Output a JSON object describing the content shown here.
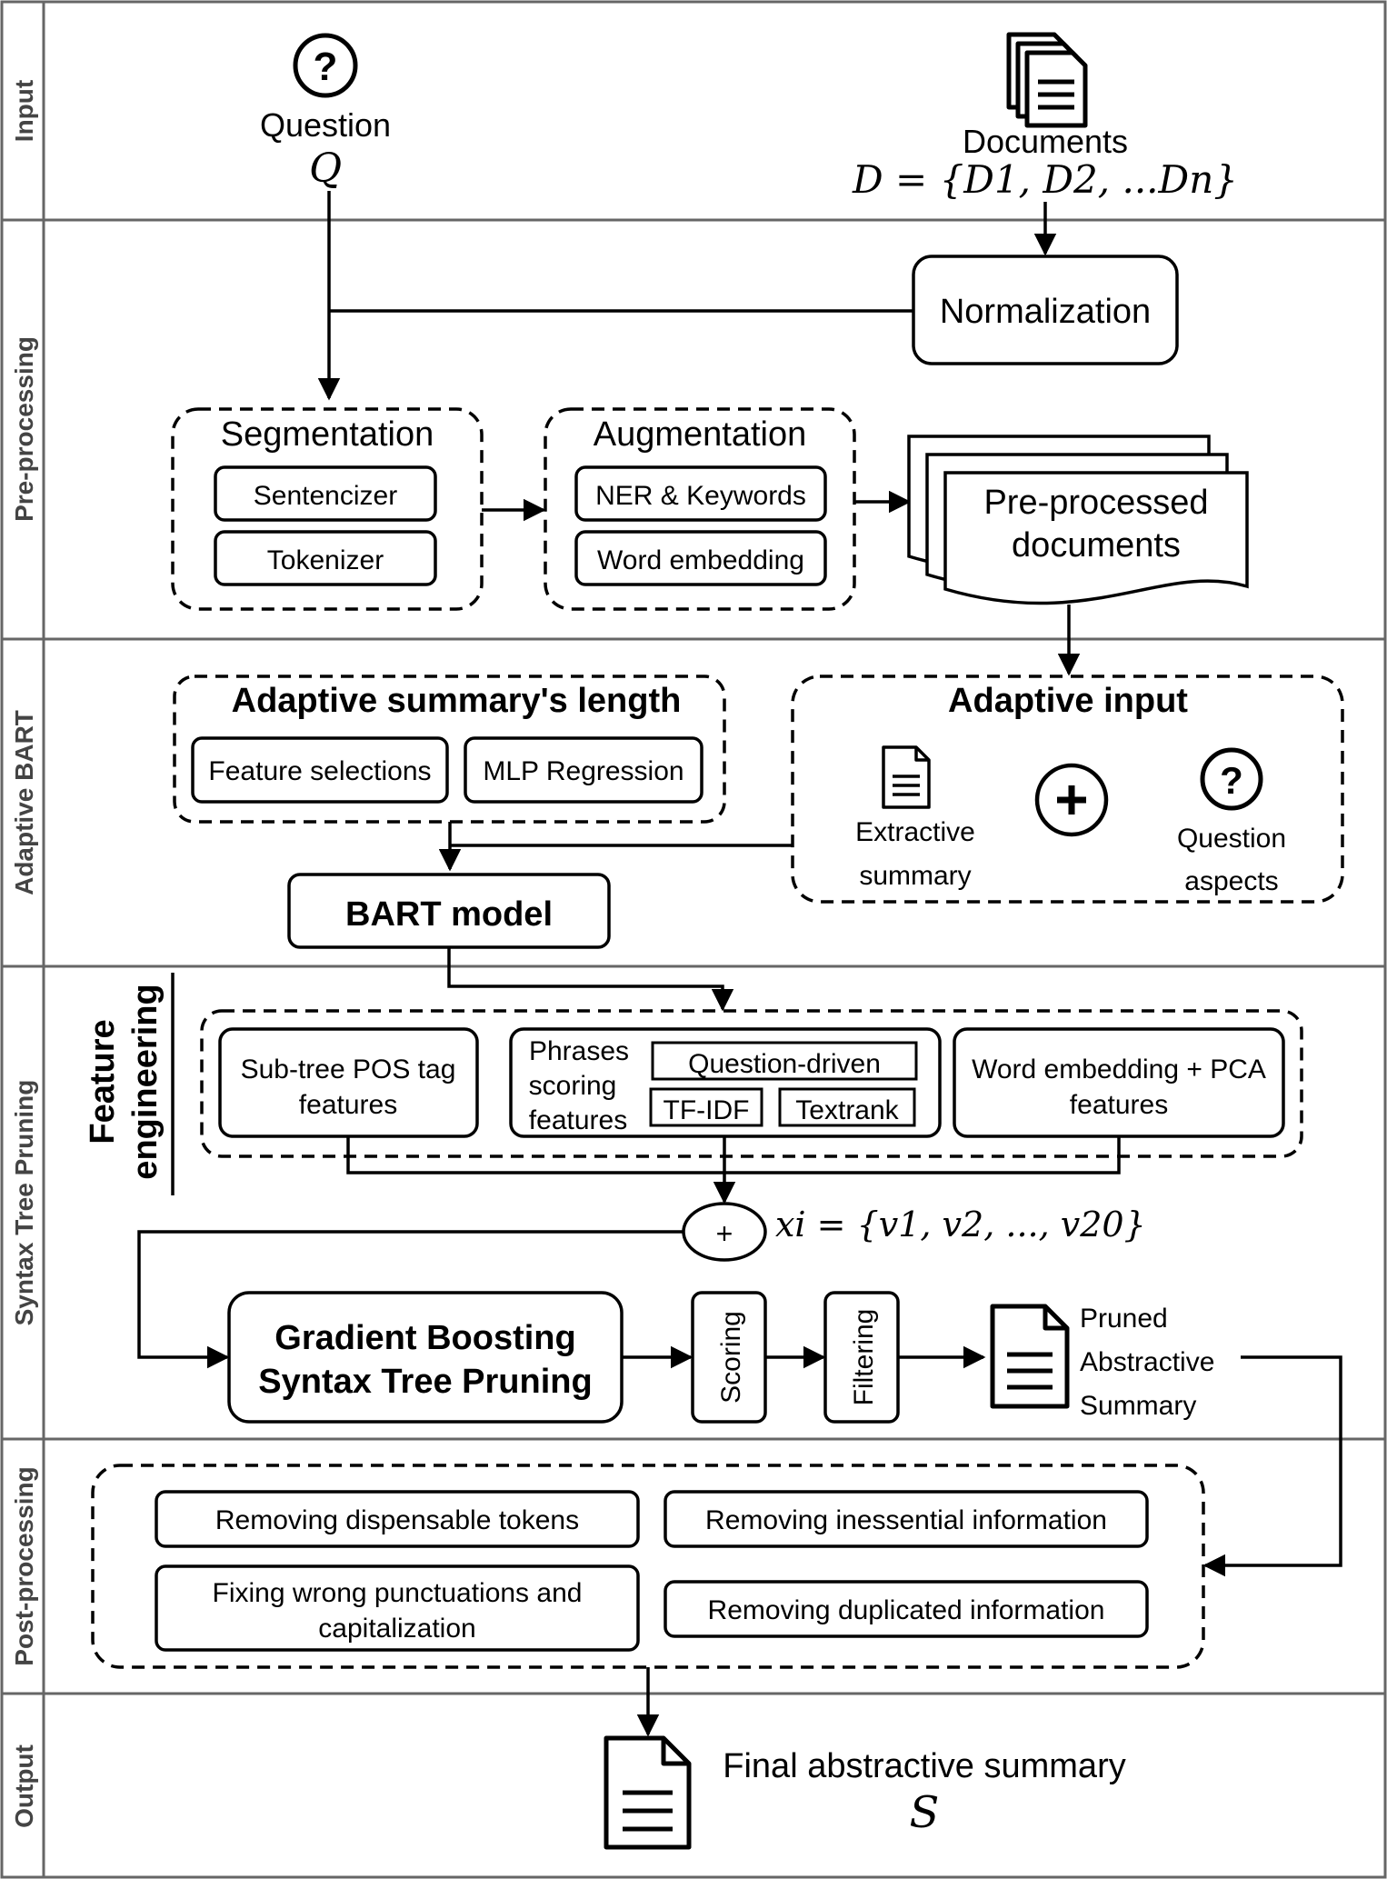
{
  "lanes": [
    "Input",
    "Pre-processing",
    "Adaptive BART",
    "Syntax Tree Pruning",
    "Post-processing",
    "Output"
  ],
  "input": {
    "question_label": "Question",
    "question_symbol": "Q",
    "documents_label": "Documents",
    "documents_formula": "D = {D1, D2, ...Dn}"
  },
  "preprocessing": {
    "normalization": "Normalization",
    "segmentation_title": "Segmentation",
    "sentencizer": "Sentencizer",
    "tokenizer": "Tokenizer",
    "augmentation_title": "Augmentation",
    "ner_keywords": "NER & Keywords",
    "word_embedding": "Word embedding",
    "preprocessed_docs_line1": "Pre-processed",
    "preprocessed_docs_line2": "documents"
  },
  "adaptive_bart": {
    "length_title": "Adaptive summary's length",
    "feature_selections": "Feature selections",
    "mlp_regression": "MLP Regression",
    "input_title": "Adaptive input",
    "extractive_line1": "Extractive",
    "extractive_line2": "summary",
    "question_aspects_line1": "Question",
    "question_aspects_line2": "aspects",
    "bart_model": "BART model"
  },
  "pruning": {
    "feature_engineering_line1": "Feature",
    "feature_engineering_line2": "engineering",
    "subtree_line1": "Sub-tree POS tag",
    "subtree_line2": "features",
    "phrases_line1": "Phrases",
    "phrases_line2": "scoring",
    "phrases_line3": "features",
    "question_driven": "Question-driven",
    "tfidf": "TF-IDF",
    "textrank": "Textrank",
    "wordemb_line1": "Word embedding + PCA",
    "wordemb_line2": "features",
    "feature_vector": "xi = {v1, v2, ..., v20}",
    "gb_line1": "Gradient Boosting",
    "gb_line2": "Syntax Tree Pruning",
    "scoring": "Scoring",
    "filtering": "Filtering",
    "pruned_line1": "Pruned",
    "pruned_line2": "Abstractive",
    "pruned_line3": "Summary"
  },
  "postprocessing": {
    "removing_tokens": "Removing dispensable tokens",
    "removing_inessential": "Removing inessential information",
    "fixing_line1": "Fixing wrong punctuations and",
    "fixing_line2": "capitalization",
    "removing_duplicated": "Removing duplicated information"
  },
  "output": {
    "final_label": "Final abstractive summary",
    "final_symbol": "S"
  },
  "icons": {
    "question": "question-circle-icon",
    "documents": "documents-stack-icon",
    "document": "document-icon",
    "plus": "plus-circle-icon"
  }
}
